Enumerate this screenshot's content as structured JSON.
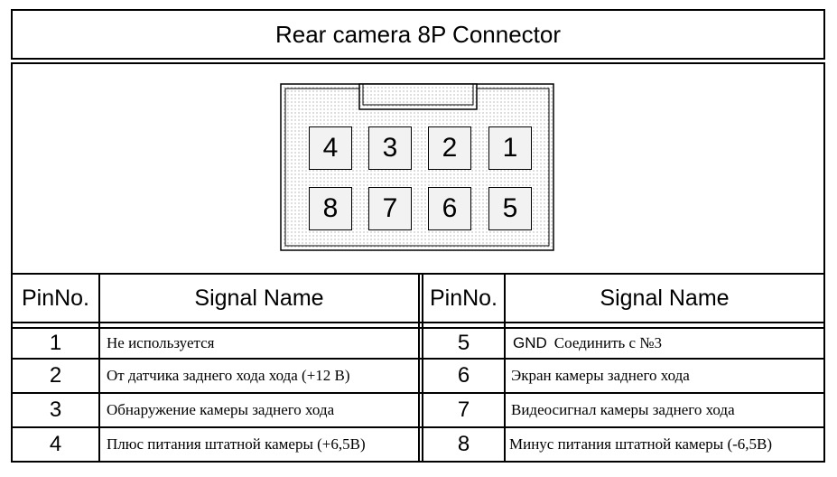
{
  "title": "Rear camera 8P Connector",
  "connector": {
    "top_row": [
      "4",
      "3",
      "2",
      "1"
    ],
    "bottom_row": [
      "8",
      "7",
      "6",
      "5"
    ]
  },
  "table": {
    "headers": {
      "pin_left": "PinNo.",
      "signal_left": "Signal Name",
      "pin_right": "PinNo.",
      "signal_right": "Signal Name"
    },
    "left_rows": [
      {
        "pin": "1",
        "signal": "Не используется"
      },
      {
        "pin": "2",
        "signal": "От датчика заднего хода  хода (+12 В)"
      },
      {
        "pin": "3",
        "signal": "Обнаружение камеры заднего хода"
      },
      {
        "pin": "4",
        "signal": "Плюс питания штатной камеры (+6,5В)"
      }
    ],
    "right_rows": [
      {
        "pin": "5",
        "prefix": "GND",
        "signal": "Соединить с №3"
      },
      {
        "pin": "6",
        "prefix": "",
        "signal": "Экран камеры заднего хода"
      },
      {
        "pin": "7",
        "prefix": "",
        "signal": "Видеосигнал камеры заднего хода"
      },
      {
        "pin": "8",
        "prefix": "",
        "signal": "Минус питания штатной камеры (-6,5В)"
      }
    ]
  }
}
